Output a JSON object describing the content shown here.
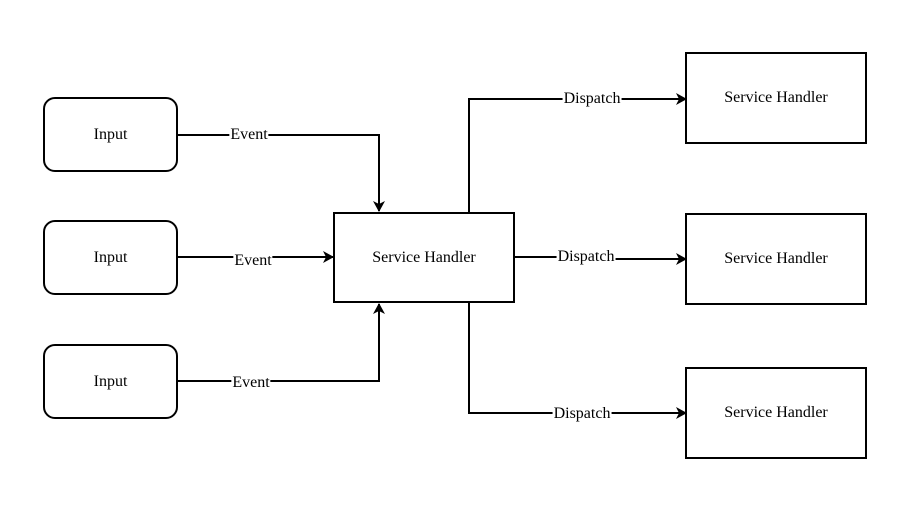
{
  "inputs": [
    {
      "label": "Input"
    },
    {
      "label": "Input"
    },
    {
      "label": "Input"
    }
  ],
  "center": {
    "label": "Service Handler"
  },
  "outputs": [
    {
      "label": "Service Handler"
    },
    {
      "label": "Service Handler"
    },
    {
      "label": "Service Handler"
    }
  ],
  "edges": {
    "event_1": "Event",
    "event_2": "Event",
    "event_3": "Event",
    "dispatch_1": "Dispatch",
    "dispatch_2": "Dispatch",
    "dispatch_3": "Dispatch"
  },
  "colors": {
    "stroke": "#000000",
    "background": "#ffffff"
  }
}
